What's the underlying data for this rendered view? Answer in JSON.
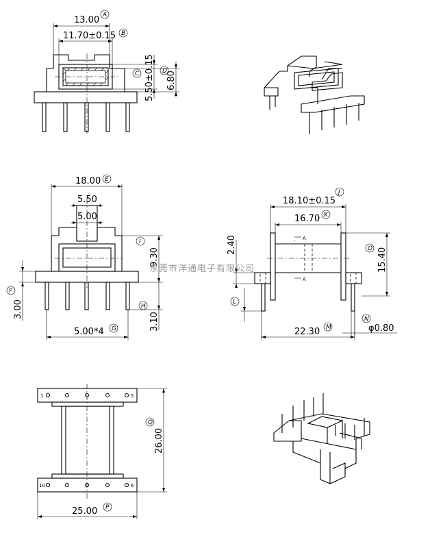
{
  "dimensions": {
    "A": {
      "value": "13.00",
      "tag": "A"
    },
    "B": {
      "value": "11.70±0.15",
      "tag": "B"
    },
    "C": {
      "value": "5.50±0.15",
      "tag": "C"
    },
    "D": {
      "value": "6.80",
      "tag": "D"
    },
    "E": {
      "value": "18.00",
      "tag": "E"
    },
    "F": {
      "value": "3.00",
      "tag": "F"
    },
    "G": {
      "value": "5.00*4",
      "tag": "G"
    },
    "H": {
      "value": "3.10",
      "tag": "H"
    },
    "I": {
      "value": "9.30",
      "tag": "I"
    },
    "J": {
      "value": "18.10±0.15",
      "tag": "J"
    },
    "K": {
      "value": "16.70",
      "tag": "K"
    },
    "L": {
      "value": "",
      "tag": "L"
    },
    "M": {
      "value": "22.30",
      "tag": "M"
    },
    "N": {
      "value": "φ0.80",
      "tag": "N"
    },
    "O": {
      "value": "15.40",
      "tag": "O"
    },
    "P": {
      "value": "25.00",
      "tag": "P"
    },
    "Q": {
      "value": "26.00",
      "tag": "Q"
    }
  },
  "extra_dims": {
    "w550": "5.50",
    "w500": "5.00",
    "h240": "2.40"
  },
  "section_mark": "A",
  "pin_numbers": {
    "p1": "1",
    "p5": "5",
    "p10": "10",
    "p6": "6"
  },
  "watermark": "东莞市洋通电子有限公司"
}
